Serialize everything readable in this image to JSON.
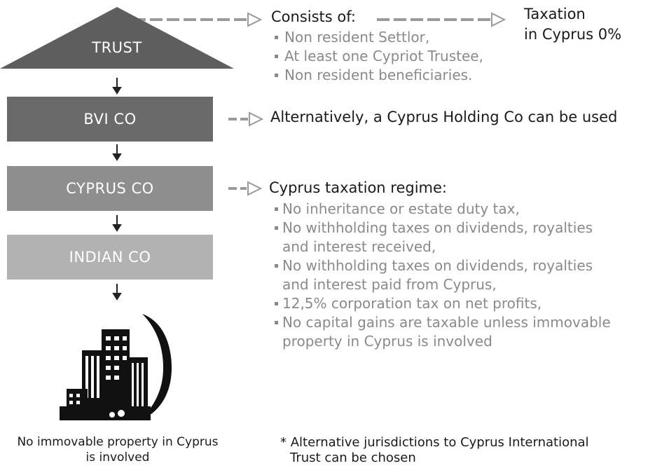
{
  "nodes": {
    "trust": "TRUST",
    "bvi": "BVI CO",
    "cyprus": "CYPRUS CO",
    "indian": "INDIAN CO"
  },
  "colors": {
    "trust": "#5e5e5e",
    "bvi": "#6a6a6a",
    "cyprus": "#8e8e8e",
    "indian": "#b2b2b2",
    "arrow": "#9a9a9a",
    "bullet_text": "#8a8a8a"
  },
  "trust_note": {
    "heading": "Consists of:",
    "items": [
      "Non resident Settlor,",
      "At least one Cypriot Trustee,",
      "Non resident beneficiaries."
    ]
  },
  "taxation": {
    "line1": "Taxation",
    "line2": "in Cyprus 0%"
  },
  "bvi_note": "Alternatively, a Cyprus Holding Co can be used",
  "cyprus_note": {
    "heading": "Cyprus taxation regime:",
    "items": [
      [
        "No inheritance or estate duty tax,"
      ],
      [
        "No withholding taxes on dividends, royalties",
        "and interest received,"
      ],
      [
        "No withholding taxes on dividends, royalties",
        "and interest paid from Cyprus,"
      ],
      [
        "12,5% corporation tax on net profits,"
      ],
      [
        "No capital gains are taxable unless immovable",
        "property in Cyprus is involved"
      ]
    ]
  },
  "building_caption": {
    "line1": "No immovable property in Cyprus",
    "line2": "is involved"
  },
  "footnote": {
    "line1": "* Alternative jurisdictions to Cyprus International",
    "line2": "Trust can be chosen"
  },
  "icons": {
    "building": "city-buildings-icon"
  }
}
